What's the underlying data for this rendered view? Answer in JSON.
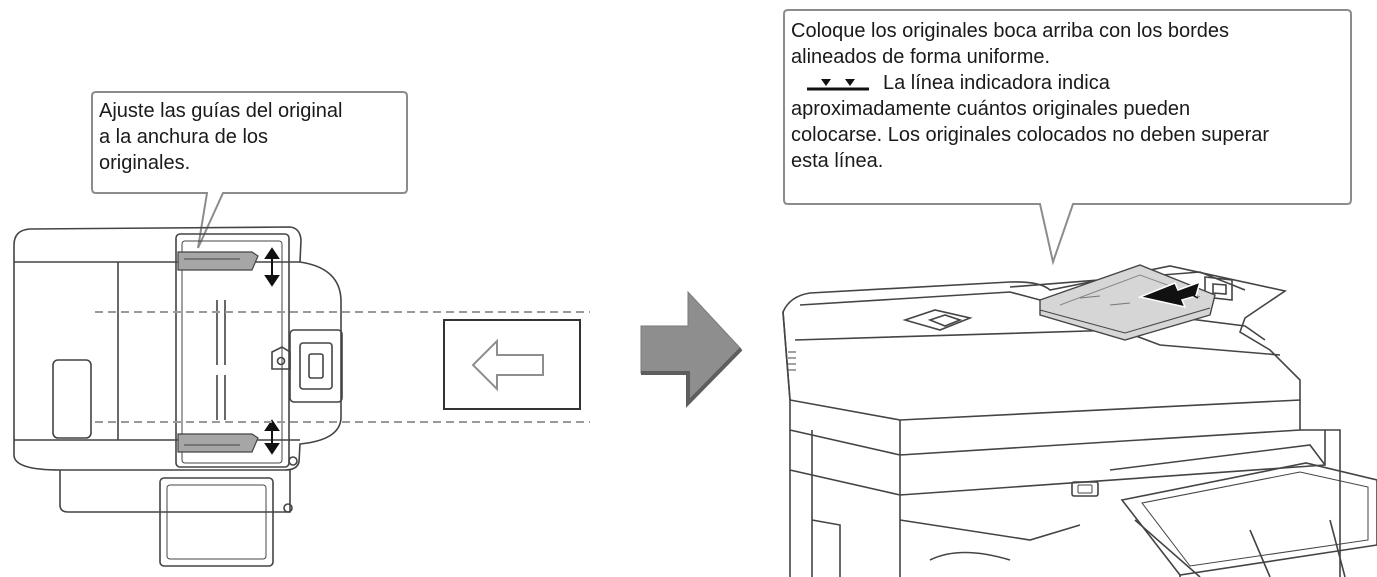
{
  "callouts": {
    "left": {
      "lines": [
        "Ajuste las guías del original",
        "a la anchura de los",
        "originales."
      ]
    },
    "right": {
      "line1": "Coloque los originales boca arriba con los bordes",
      "line2": "alineados de forma uniforme.",
      "indicator_text": "La línea indicadora indica",
      "line4": "aproximadamente cuántos originales pueden",
      "line5": "colocarse. Los originales colocados no deben superar",
      "line6": "esta línea."
    }
  },
  "icons": {
    "indicator": "indicator-line-icon",
    "direction": "left-arrow-icon",
    "transition": "right-arrow-icon"
  },
  "colors": {
    "outline": "#444444",
    "callout_border": "#8c8c8c",
    "guide_gray": "#a6a6a6",
    "arrow_gray": "#8e8e8e",
    "text": "#1a1a1a"
  }
}
